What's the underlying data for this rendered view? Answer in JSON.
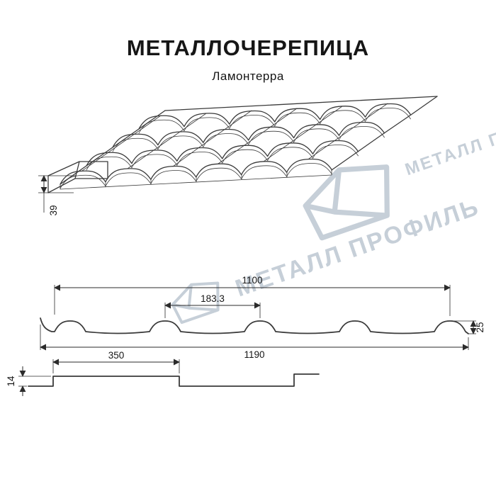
{
  "header": {
    "title": "МЕТАЛЛОЧЕРЕПИЦА",
    "subtitle": "Ламонтерра"
  },
  "watermark": {
    "text": "МЕТАЛЛ ПРОФИЛЬ"
  },
  "drawing": {
    "dimensions": {
      "side_height": "39",
      "cover_width": "1100",
      "wave_pitch": "183.3",
      "profile_height": "25",
      "overall_width": "1190",
      "module_length": "350",
      "step_height": "14"
    }
  },
  "colors": {
    "line": "#3a3a3a",
    "dim": "#2b2b2b",
    "text": "#161616",
    "watermark": "#c6cfd8",
    "background": "#ffffff"
  }
}
